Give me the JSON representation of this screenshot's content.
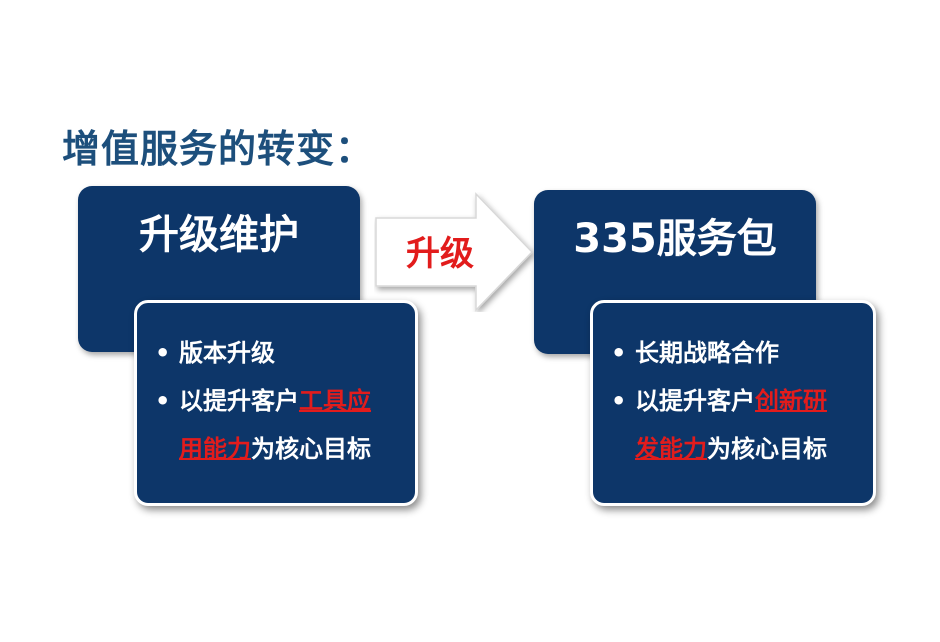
{
  "slide": {
    "title": "增值服务的转变："
  },
  "arrow": {
    "label": "升级"
  },
  "left": {
    "heading": "升级维护",
    "bullet_symbol": "•",
    "item1": "版本升级",
    "item2": {
      "line1_pre": "以提升客户",
      "line1_hl": "工具应",
      "line2_hl": "用能力",
      "line2_post": "为核心目标"
    }
  },
  "right": {
    "heading": "335服务包",
    "bullet_symbol": "•",
    "item1": "长期战略合作",
    "item2": {
      "line1_pre": "以提升客户",
      "line1_hl": "创新研",
      "line2_hl": "发能力",
      "line2_post": "为核心目标"
    }
  },
  "colors": {
    "title": "#1d4f7c",
    "box": "#0d3669",
    "highlight": "#e21c1c",
    "arrow_fill": "#ffffff"
  }
}
